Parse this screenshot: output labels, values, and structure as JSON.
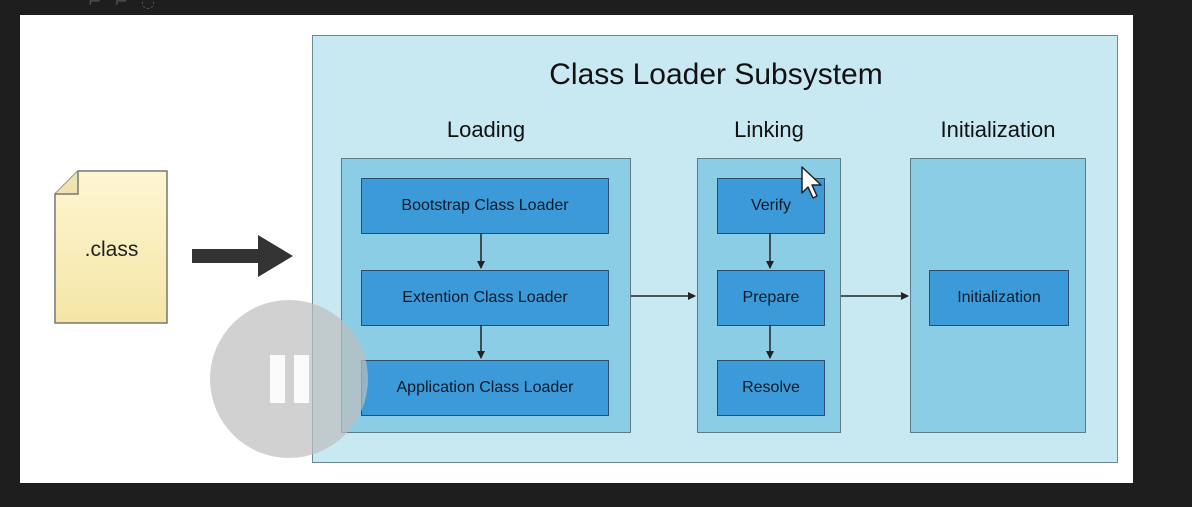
{
  "diagram": {
    "input_file_label": ".class",
    "subsystem_title": "Class Loader Subsystem",
    "phases": [
      {
        "title": "Loading",
        "steps": [
          "Bootstrap Class Loader",
          "Extention Class Loader",
          "Application Class Loader"
        ]
      },
      {
        "title": "Linking",
        "steps": [
          "Verify",
          "Prepare",
          "Resolve"
        ]
      },
      {
        "title": "Initialization",
        "steps": [
          "Initialization"
        ]
      }
    ]
  },
  "colors": {
    "page_background": "#1e1e1e",
    "slide_background": "#ffffff",
    "subsystem_fill": "#c8e8f2",
    "phase_fill": "#8ccde6",
    "step_fill": "#3d9ad9",
    "file_fill": "#fbf1c0",
    "arrow": "#333333"
  },
  "icons": {
    "file": "file-icon",
    "pause": "pause-icon",
    "cursor": "mouse-cursor-icon"
  }
}
